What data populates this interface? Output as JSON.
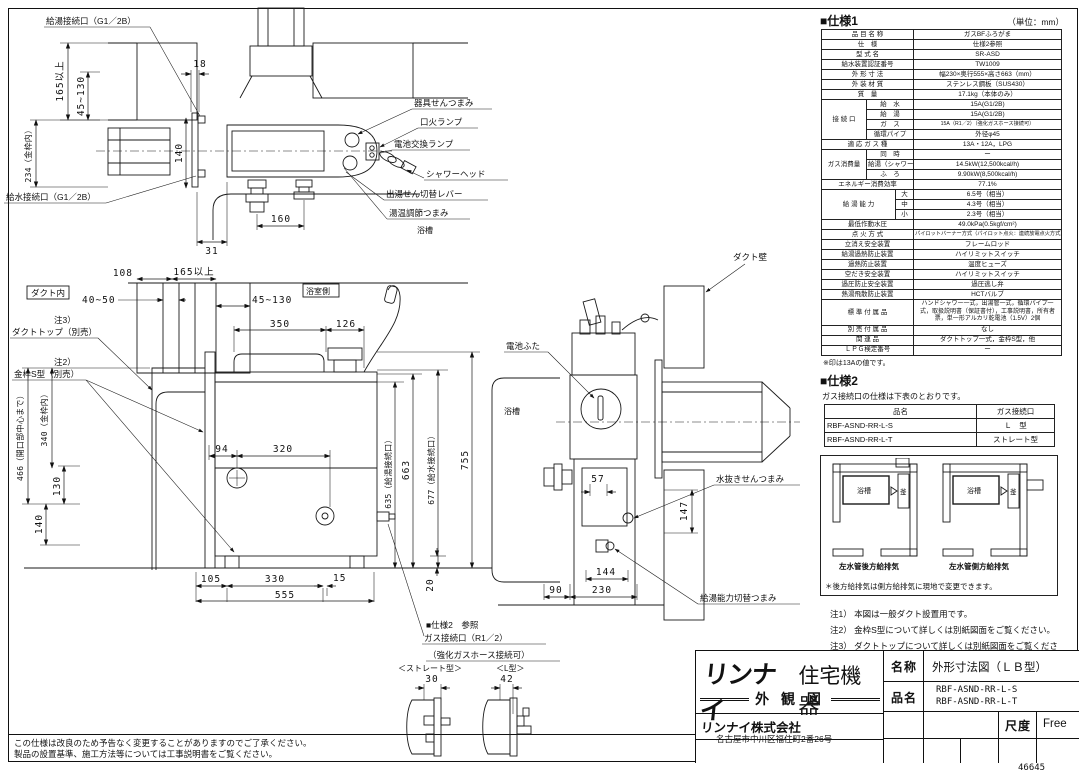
{
  "header": {
    "spec1_title": "■仕様1",
    "unit_note": "（単位：mm）"
  },
  "spec1": {
    "rows_top": [
      {
        "label": "品 目 名 称",
        "value": "ガスBFふろがま"
      },
      {
        "label": "仕　様",
        "value": "仕様2参照"
      },
      {
        "label": "型 式 名",
        "value": "SR-ASD"
      },
      {
        "label": "給水装置認証番号",
        "value": "TW1009"
      },
      {
        "label": "外 形 寸 法",
        "value": "幅230×奥行555×高さ663（mm）"
      },
      {
        "label": "外 装 材 質",
        "value": "ステンレス鋼板（SUS430）"
      },
      {
        "label": "質　量",
        "value": "17.1kg（本体のみ）"
      }
    ],
    "connection": {
      "label": "接 続 口",
      "rows": [
        {
          "label": "給　水",
          "value": "15A(G1/2B)"
        },
        {
          "label": "給　湯",
          "value": "15A(G1/2B)"
        },
        {
          "label": "ガ　ス",
          "value": "15A（R1／2）（強化ガスホース接続可）"
        },
        {
          "label": "循環パイプ",
          "value": "外径φ45"
        }
      ]
    },
    "gas_type": {
      "label": "適 応 ガ ス 種",
      "value": "13A・12A，LPG"
    },
    "gas_consumption": {
      "label": "ガス消費量",
      "rows": [
        {
          "label": "同　時",
          "value": "ー"
        },
        {
          "label": "給湯（シャワー）",
          "value": "14.5kW(12,500kcal/h)"
        },
        {
          "label": "ふ　ろ",
          "value": "9.90kW(8,500kcal/h)"
        }
      ]
    },
    "efficiency": {
      "label": "エネルギー消費効率",
      "value": "77.1%"
    },
    "capacity": {
      "label": "給 湯 能 力",
      "rows": [
        {
          "label": "大",
          "value": "6.5号（相当）"
        },
        {
          "label": "中",
          "value": "4.3号（相当）"
        },
        {
          "label": "小",
          "value": "2.3号（相当）"
        }
      ]
    },
    "water_pressure": {
      "label": "最低作動水圧",
      "value": "49.0kPa(0.5kgf/cm²)"
    },
    "ignition": {
      "label": "点 火 方 式",
      "value": "パイロットバーナー方式（パイロット点火：連続放電点火方式）"
    },
    "safety": {
      "rows": [
        {
          "label": "立消え安全装置",
          "value": "フレームロッド"
        },
        {
          "label": "給湯過熱防止装置",
          "value": "ハイリミットスイッチ"
        },
        {
          "label": "過熱防止装置",
          "value": "温度ヒューズ"
        },
        {
          "label": "空だき安全装置",
          "value": "ハイリミットスイッチ"
        },
        {
          "label": "過圧防止安全装置",
          "value": "過圧逃し弁"
        },
        {
          "label": "熱湯飛散防止装置",
          "value": "HCTバルブ"
        }
      ]
    },
    "accessories": {
      "label": "標 準 付 属 品",
      "value": "ハンドシャワー一式，出湯管一式，循環パイプ一式，取扱説明書（保証書付），工事説明書，所有者票，単一形アルカリ乾電池（1.5V）2個"
    },
    "optional": {
      "label": "別 売 付 属 品",
      "value": "なし"
    },
    "related": {
      "label": "関 連 品",
      "value": "ダクトトップ一式，金枠S型，他"
    },
    "lpg": {
      "label": "ＬＰＧ検定番号",
      "value": "ー"
    },
    "footnote": "※印は13Aの値です。"
  },
  "spec2": {
    "title": "■仕様2",
    "intro": "ガス接続口の仕様は下表のとおりです。",
    "h_name": "品名",
    "h_port": "ガス接続口",
    "rows": [
      {
        "name": "RBF-ASND-RR-L-S",
        "port": "Ｌ　型"
      },
      {
        "name": "RBF-ASND-RR-L-T",
        "port": "ストレート型"
      }
    ]
  },
  "exhaust": {
    "bathtub": "浴槽",
    "unit": "釜",
    "left_caption": "左水管後方給排気",
    "right_caption": "左水管側方給排気",
    "note": "＊後方給排気は側方給排気に現地で変更できます。"
  },
  "notes": [
    "注1） 本図は一般ダクト設置用です。",
    "注2） 金枠S型について詳しくは別紙図面をご覧ください。",
    "注3） ダクトトップについて詳しくは別紙図面をご覧ください。"
  ],
  "title_block": {
    "brand_bold": "リンナイ",
    "brand_rest": "住宅機器",
    "kanban": "外 観 図",
    "company": "リンナイ株式会社",
    "address": "名古屋市中川区福住町2番26号",
    "name_label": "名称",
    "name_value": "外形寸法図（ＬＢ型）",
    "product_label": "品名",
    "product1": "RBF-ASND-RR-L-S",
    "product2": "RBF-ASND-RR-L-T",
    "scale_label": "尺度",
    "scale_value": "Free"
  },
  "footer": {
    "line1": "この仕様は改良のため予告なく変更することがありますのでご了承ください。",
    "line2": "製品の設置基準、施工方法等については工事説明書をご覧ください。",
    "doc_number": "46645"
  },
  "drawing": {
    "top": {
      "hot_port": "給湯接続口（G1／2B）",
      "cold_port": "給水接続口（G1／2B）",
      "fixture_knob": "器具せんつまみ",
      "pilot_lamp": "口火ランプ",
      "battery_lamp": "電池交換ランプ",
      "shower_head": "シャワーヘッド",
      "spout_lever": "出湯せん切替レバー",
      "temp_knob": "湯温調節つまみ",
      "bathtub": "浴槽",
      "d165": "165以上",
      "d45_130": "45~130",
      "d18": "18",
      "d140": "140",
      "d234": "234（金枠内）",
      "d160": "160",
      "d31": "31"
    },
    "front": {
      "duct_inside": "ダクト内",
      "note3": "注3）",
      "duct_top": "ダクトトップ（別売）",
      "note2": "注2）",
      "frame_s": "金枠S型（別売）",
      "bath_side": "浴室側",
      "d108": "108",
      "d165": "165以上",
      "d40_50": "40~50",
      "d45_130": "45~130",
      "d350": "350",
      "d126": "126",
      "d94": "94",
      "d320": "320",
      "d340": "340（金枠内）",
      "d466": "466（開口部中心まで）",
      "d140": "140",
      "d130": "130",
      "d105": "105",
      "d330": "330",
      "d15": "15",
      "d555": "555",
      "d20": "20",
      "d635": "635（給湯接続口）",
      "d663": "663",
      "d677": "677（給水接続口）",
      "d755": "755"
    },
    "rear": {
      "battery_cover": "電池ふた",
      "bathtub": "浴槽",
      "duct_wall": "ダクト壁",
      "drain_knob": "水抜きせんつまみ",
      "capacity_knob": "給湯能力切替つまみ",
      "d57": "57",
      "d147": "147",
      "d144": "144",
      "d90": "90",
      "d230": "230"
    },
    "gas": {
      "spec2_ref": "■仕様2　参照",
      "port": "ガス接続口（R1／2）",
      "hose": "（強化ガスホース接続可）",
      "straight": "＜ストレート型＞",
      "d30": "30",
      "ltype": "＜L型＞",
      "d42": "42"
    }
  }
}
